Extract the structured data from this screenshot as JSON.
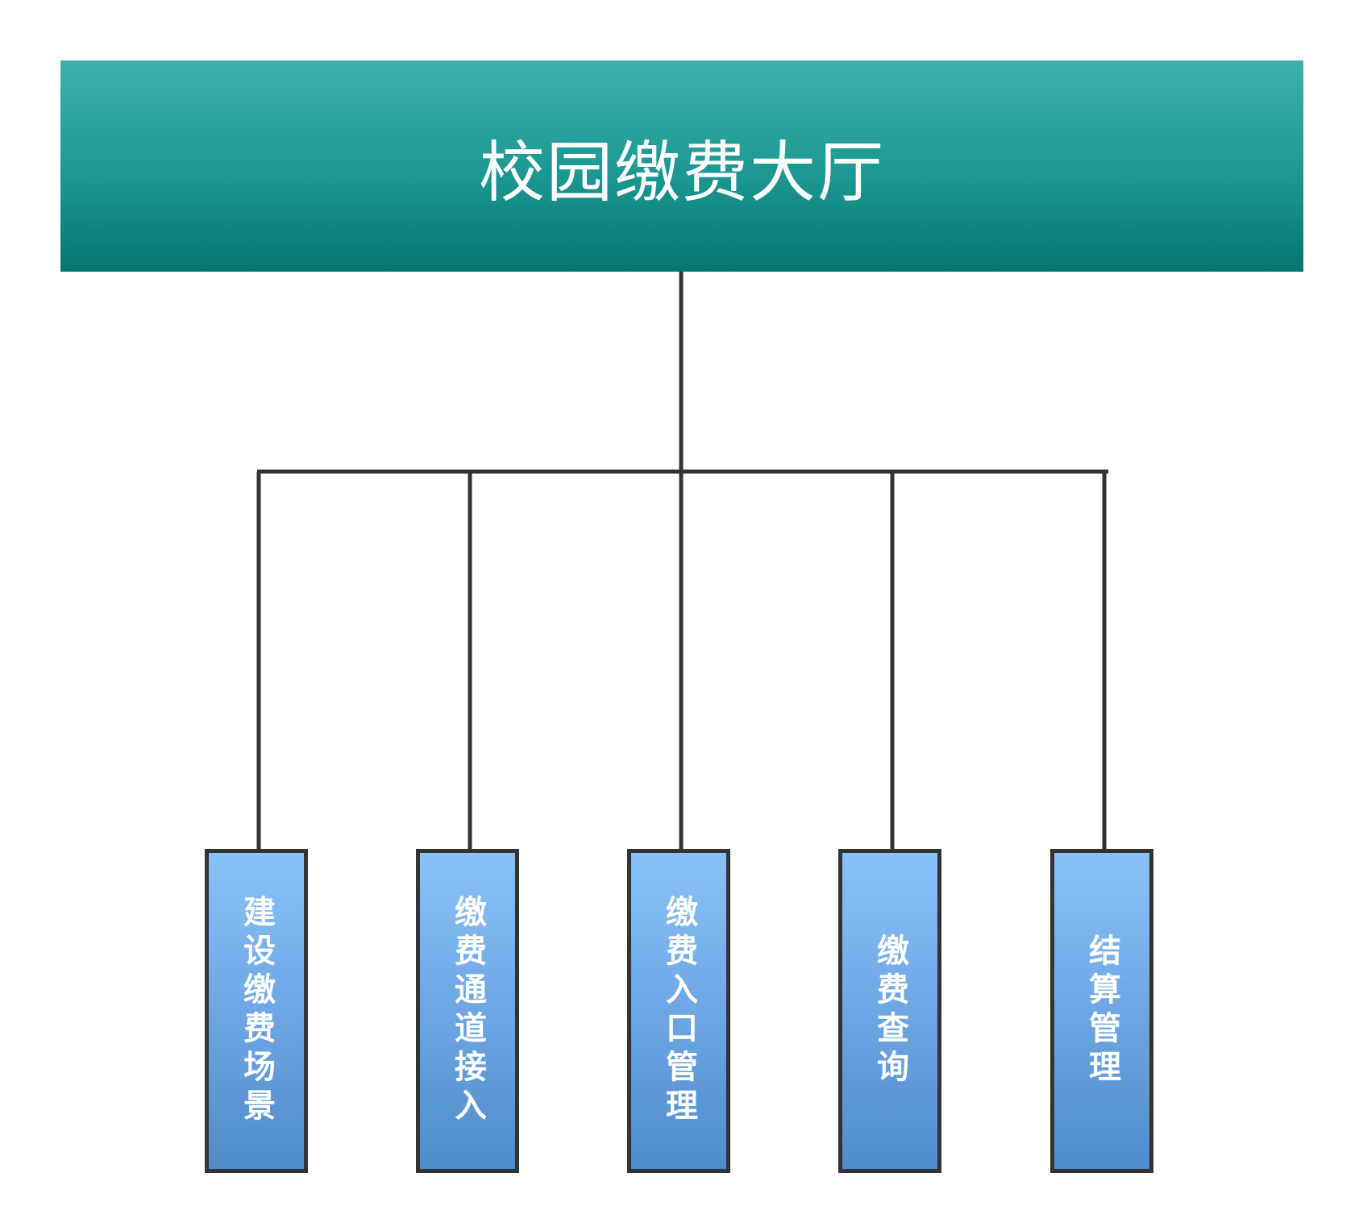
{
  "root": {
    "title": "校园缴费大厅",
    "colors": {
      "top": "#3db0ac",
      "bottom": "#047672",
      "text": "#ffffff"
    }
  },
  "children": [
    {
      "label": "建设缴费场景"
    },
    {
      "label": "缴费通道接入"
    },
    {
      "label": "缴费入口管理"
    },
    {
      "label": "缴费查询"
    },
    {
      "label": "结算管理"
    }
  ],
  "child_colors": {
    "top": "#89c2fa",
    "bottom": "#4f8cc9",
    "border": "#333333",
    "text": "#ffffff"
  },
  "connector_color": "#333333"
}
